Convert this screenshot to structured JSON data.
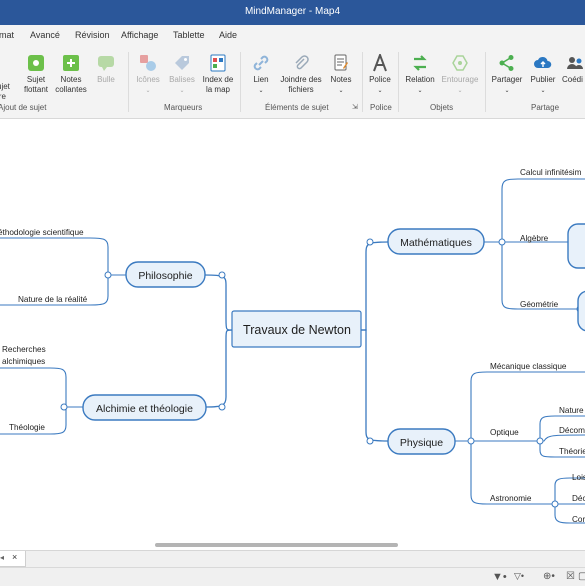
{
  "window": {
    "title": "MindManager - Map4"
  },
  "menu": {
    "items": [
      "mat",
      "Avancé",
      "Révision",
      "Affichage",
      "Tablette",
      "Aide"
    ]
  },
  "ribbon": {
    "buttons": {
      "sujet_enfant": "ujet\nire",
      "sujet_flottant": "Sujet\nflottant",
      "notes_collantes": "Notes\ncollantes",
      "bulle": "Bulle",
      "icones": "Icônes",
      "balises": "Balises",
      "index_map": "Index de\nla map",
      "lien": "Lien",
      "joindre": "Joindre des\nfichiers",
      "notes": "Notes",
      "police": "Police",
      "relation": "Relation",
      "entourage": "Entourage",
      "partager": "Partager",
      "publier": "Publier",
      "coediter": "Coédi"
    },
    "groups": {
      "ajout": "Ajout de sujet",
      "marqueurs": "Marqueurs",
      "elements": "Éléments de sujet",
      "police": "Police",
      "objets": "Objets",
      "partage": "Partage"
    },
    "colors": {
      "green": "#4caf50",
      "blue": "#2b78c2",
      "disabled": "#b9b9b9"
    }
  },
  "map": {
    "central": "Travaux de Newton",
    "main_topics": {
      "philosophie": "Philosophie",
      "alchimie": "Alchimie et théologie",
      "mathematiques": "Mathématiques",
      "physique": "Physique"
    },
    "subtopics": {
      "methodologie": "éthodologie scientifique",
      "nature_realite": "Nature de la réalité",
      "recherches_1": "Recherches",
      "recherches_2": "alchimiques",
      "theologie": "Théologie",
      "calcul": "Calcul infinitésim",
      "algebre": "Algèbre",
      "geometrie": "Géométrie",
      "mecanique": "Mécanique classique",
      "optique": "Optique",
      "astronomie": "Astronomie",
      "nature": "Nature",
      "decom": "Décom",
      "theorie": "Théorie",
      "lois": "Lois",
      "dec": "Déc",
      "cor": "Cor"
    },
    "colors": {
      "line": "#3b7ac0",
      "fill": "#e8f1fa"
    }
  },
  "tabs": {
    "close": "×"
  },
  "status": {
    "filter_icon": "filter-icon",
    "zoom_icon": "zoom-icon"
  }
}
